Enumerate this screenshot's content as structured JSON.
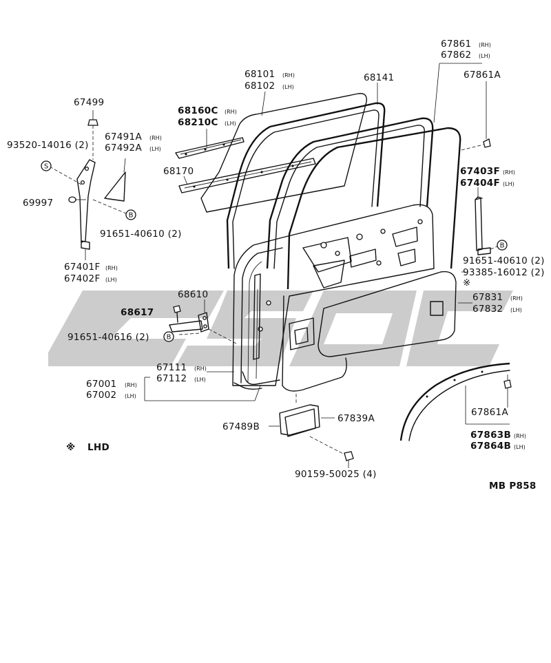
{
  "diagram": {
    "code": "MB P858",
    "watermark_text": "CSOC",
    "legend": {
      "symbol": "※",
      "text": "LHD"
    },
    "labels": {
      "p67499": "67499",
      "p93520": "93520-14016 (2)",
      "p67491a": "67491A",
      "p67492a": "67492A",
      "p69997": "69997",
      "p91651_a": "91651-40610 (2)",
      "p67401f": "67401F",
      "p67402f": "67402F",
      "p68160c": "68160C",
      "p68210c": "68210C",
      "p68170": "68170",
      "p68101": "68101",
      "p68102": "68102",
      "p68141": "68141",
      "p67861": "67861",
      "p67862": "67862",
      "p67861a_top": "67861A",
      "p67403f": "67403F",
      "p67404f": "67404F",
      "p91651_b": "91651-40610 (2)",
      "p93385": "93385-16012 (2)",
      "p67831": "67831",
      "p67832": "67832",
      "p68610": "68610",
      "p68617": "68617",
      "p91651_c": "91651-40616 (2)",
      "p67111": "67111",
      "p67112": "67112",
      "p67001": "67001",
      "p67002": "67002",
      "p67489b": "67489B",
      "p67839a": "67839A",
      "p90159": "90159-50025 (4)",
      "p67861a_bot": "67861A",
      "p67863b": "67863B",
      "p67864b": "67864B"
    },
    "suffix": {
      "rh": "(RH)",
      "lh": "(LH)"
    },
    "callouts": {
      "s": "S",
      "b": "B"
    },
    "lhd_mark": "※"
  },
  "colors": {
    "line": "#111111",
    "watermark": "#c8c8c8",
    "background": "#ffffff"
  }
}
